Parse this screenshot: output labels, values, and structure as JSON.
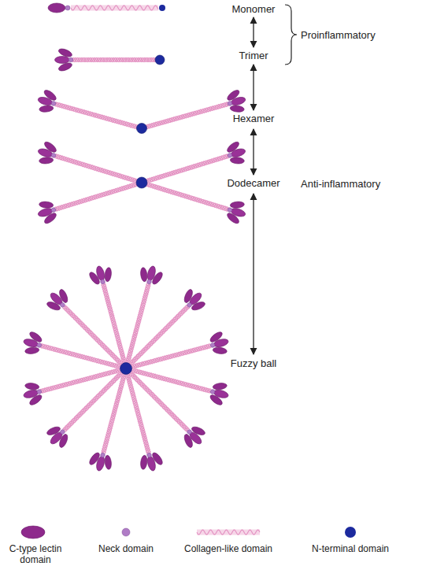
{
  "diagram": {
    "labels": [
      "Monomer",
      "Trimer",
      "Hexamer",
      "Dodecamer",
      "Fuzzy ball",
      "Proinflammatory",
      "Anti-inflammatory"
    ],
    "legend": [
      {
        "text": "C-type lectin domain"
      },
      {
        "text": "Neck domain"
      },
      {
        "text": "Collagen-like domain"
      },
      {
        "text": "N-terminal domain"
      }
    ]
  }
}
